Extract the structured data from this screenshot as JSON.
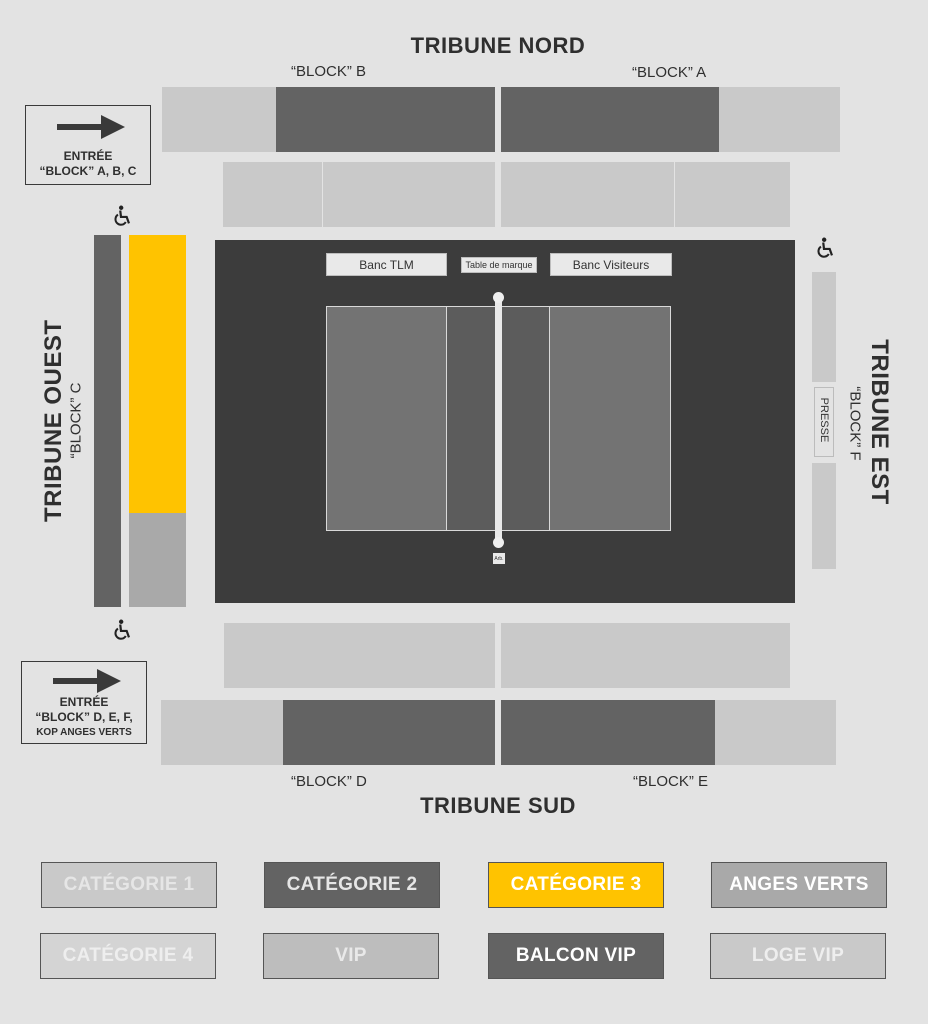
{
  "stands": {
    "north": {
      "title": "TRIBUNE NORD",
      "block_left": "“BLOCK” B",
      "block_right": "“BLOCK” A"
    },
    "south": {
      "title": "TRIBUNE SUD",
      "block_left": "“BLOCK” D",
      "block_right": "“BLOCK” E"
    },
    "west": {
      "title": "TRIBUNE OUEST",
      "block": "“BLOCK” C"
    },
    "east": {
      "title": "TRIBUNE EST",
      "block": "“BLOCK” F",
      "press": "PRESSE"
    }
  },
  "entries": {
    "top": {
      "line1": "ENTRÉE",
      "line2": "“BLOCK” A, B, C"
    },
    "bottom": {
      "line1": "ENTRÉE",
      "line2": "“BLOCK” D, E, F,",
      "line3": "KOP ANGES VERTS"
    }
  },
  "court": {
    "bench_home": "Banc TLM",
    "scorer_table": "Table de marque",
    "bench_away": "Banc Visiteurs",
    "referee": "Arb."
  },
  "legend": [
    {
      "label": "CATÉGORIE 1",
      "bg": "#c9c9c9",
      "fg": "#e6e6e6"
    },
    {
      "label": "CATÉGORIE 2",
      "bg": "#636363",
      "fg": "#e6e6e6"
    },
    {
      "label": "CATÉGORIE 3",
      "bg": "#ffc300",
      "fg": "#ffffff"
    },
    {
      "label": "ANGES VERTS",
      "bg": "#a9a9a9",
      "fg": "#ffffff"
    },
    {
      "label": "CATÉGORIE 4",
      "bg": "#d4d4d4",
      "fg": "#eeeeee"
    },
    {
      "label": "VIP",
      "bg": "#bdbdbd",
      "fg": "#e9e9e9"
    },
    {
      "label": "BALCON VIP",
      "bg": "#636363",
      "fg": "#ffffff"
    },
    {
      "label": "LOGE VIP",
      "bg": "#c9c9c9",
      "fg": "#eeeeee"
    }
  ],
  "icons": {
    "accessibility": "wheelchair-icon",
    "entry_arrow": "arrow-right-icon"
  }
}
